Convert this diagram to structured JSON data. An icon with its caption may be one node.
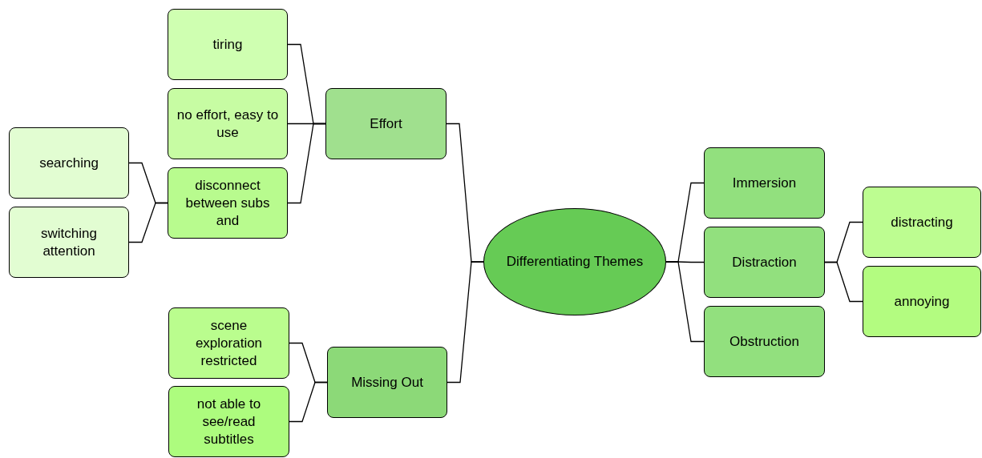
{
  "diagram": {
    "nodes": [
      {
        "text": [
          "Differentiating Themes"
        ]
      },
      {
        "text": [
          "Effort"
        ]
      },
      {
        "text": [
          "Missing Out"
        ]
      },
      {
        "text": [
          "tiring"
        ]
      },
      {
        "text": [
          "no effort, easy to use"
        ]
      },
      {
        "text": [
          "disconnect between subs and"
        ]
      },
      {
        "text": [
          "searching"
        ]
      },
      {
        "text": [
          "switching attention"
        ]
      },
      {
        "text": [
          "scene exploration restricted"
        ]
      },
      {
        "text": [
          "not able to see/read subtitles"
        ]
      },
      {
        "text": [
          "Immersion"
        ]
      },
      {
        "text": [
          "Distraction"
        ]
      },
      {
        "text": [
          "Obstruction"
        ]
      },
      {
        "text": [
          "distracting"
        ]
      },
      {
        "text": [
          "annoying"
        ]
      }
    ],
    "edges": [
      {
        "from": 0,
        "to": 1,
        "arrow": "none"
      },
      {
        "from": 0,
        "to": 2,
        "arrow": "none"
      },
      {
        "from": 1,
        "to": 3,
        "arrow": "none"
      },
      {
        "from": 1,
        "to": 4,
        "arrow": "none"
      },
      {
        "from": 1,
        "to": 5,
        "arrow": "none"
      },
      {
        "from": 5,
        "to": 6,
        "arrow": "none"
      },
      {
        "from": 5,
        "to": 7,
        "arrow": "none"
      },
      {
        "from": 2,
        "to": 8,
        "arrow": "none"
      },
      {
        "from": 2,
        "to": 9,
        "arrow": "none"
      },
      {
        "from": 0,
        "to": 10,
        "arrow": "none"
      },
      {
        "from": 0,
        "to": 11,
        "arrow": "none"
      },
      {
        "from": 0,
        "to": 12,
        "arrow": "none"
      },
      {
        "from": 11,
        "to": 13,
        "arrow": "none"
      },
      {
        "from": 11,
        "to": 14,
        "arrow": "none"
      }
    ]
  }
}
